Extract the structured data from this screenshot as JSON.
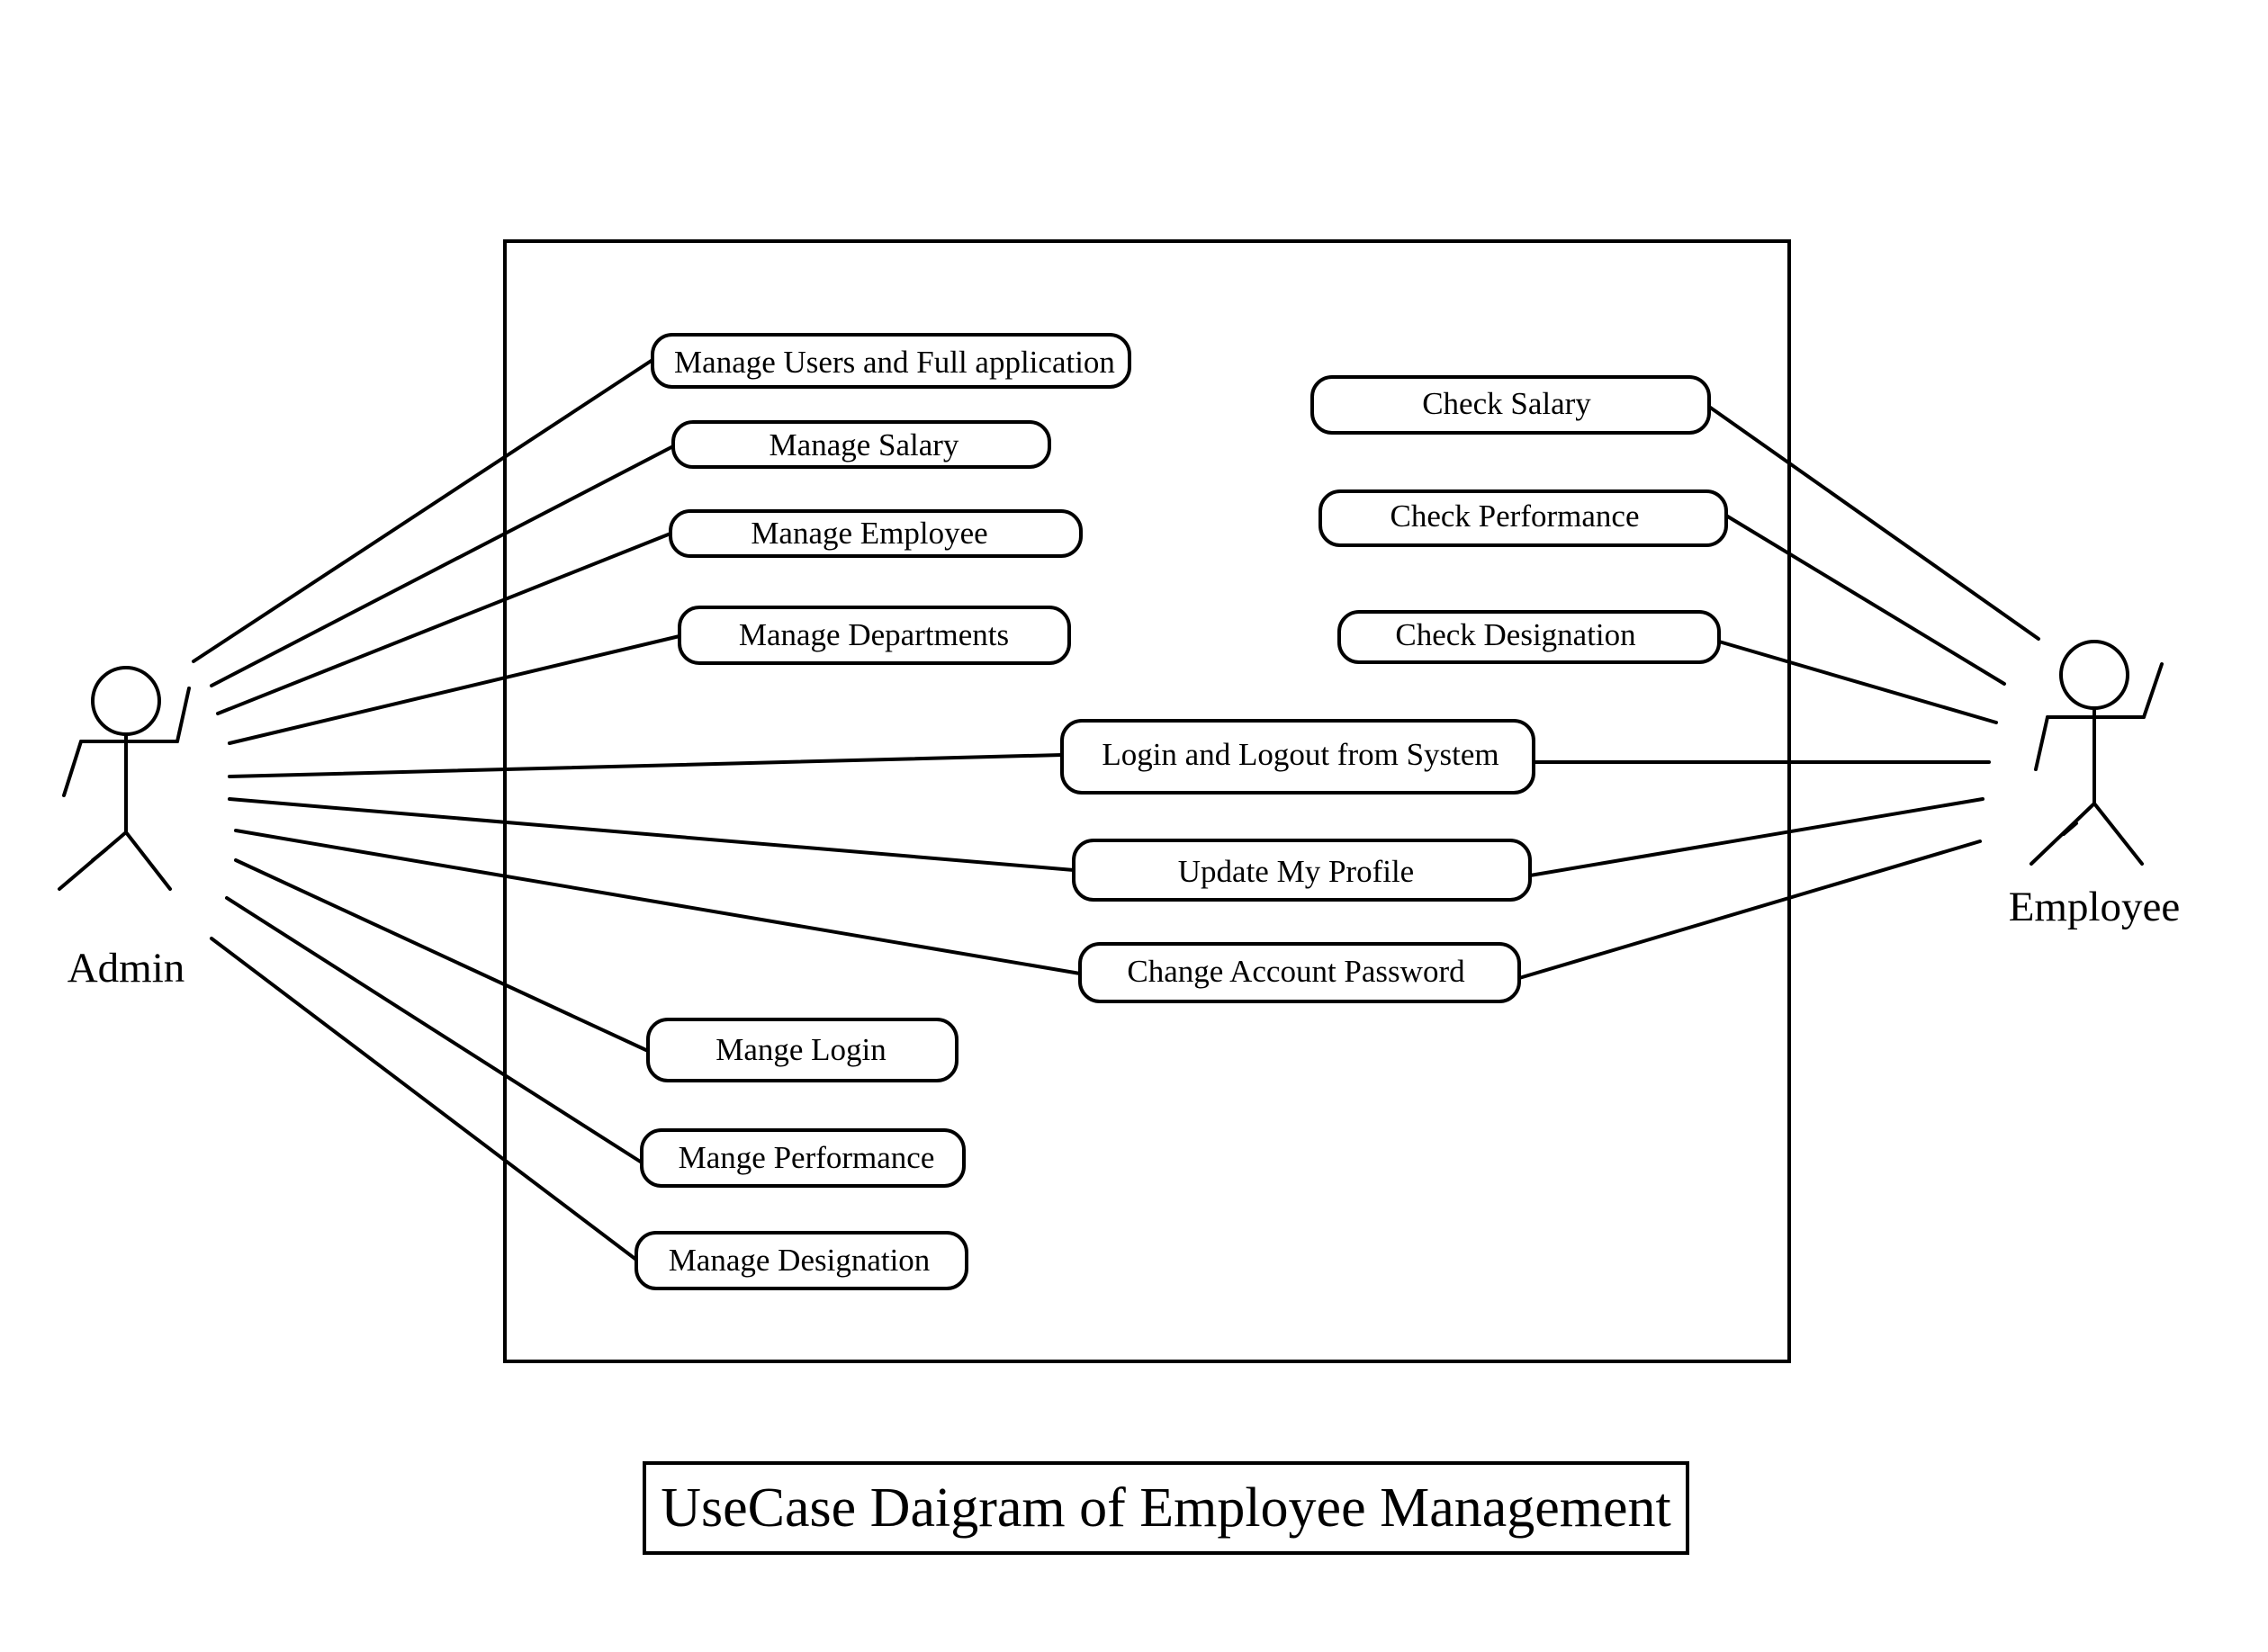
{
  "diagram_title": "UseCase Daigram of Employee Management",
  "actors": {
    "admin": {
      "name": "Admin"
    },
    "employee": {
      "name": "Employee"
    }
  },
  "use_cases": {
    "manage_users": "Manage Users and Full application",
    "manage_salary": "Manage Salary",
    "manage_employee": "Manage Employee",
    "manage_departments": "Manage Departments",
    "check_salary": "Check Salary",
    "check_performance": "Check Performance",
    "check_designation": "Check Designation",
    "login_logout": "Login and Logout from System",
    "update_profile": "Update My Profile",
    "change_password": "Change Account Password",
    "mange_login": "Mange Login",
    "mange_performance": "Mange Performance",
    "manage_designation": "Manage Designation"
  },
  "associations": [
    {
      "actor": "admin",
      "use_case": "manage_users"
    },
    {
      "actor": "admin",
      "use_case": "manage_salary"
    },
    {
      "actor": "admin",
      "use_case": "manage_employee"
    },
    {
      "actor": "admin",
      "use_case": "manage_departments"
    },
    {
      "actor": "admin",
      "use_case": "login_logout"
    },
    {
      "actor": "admin",
      "use_case": "update_profile"
    },
    {
      "actor": "admin",
      "use_case": "change_password"
    },
    {
      "actor": "admin",
      "use_case": "mange_login"
    },
    {
      "actor": "admin",
      "use_case": "mange_performance"
    },
    {
      "actor": "admin",
      "use_case": "manage_designation"
    },
    {
      "actor": "employee",
      "use_case": "check_salary"
    },
    {
      "actor": "employee",
      "use_case": "check_performance"
    },
    {
      "actor": "employee",
      "use_case": "check_designation"
    },
    {
      "actor": "employee",
      "use_case": "login_logout"
    },
    {
      "actor": "employee",
      "use_case": "update_profile"
    },
    {
      "actor": "employee",
      "use_case": "change_password"
    }
  ]
}
